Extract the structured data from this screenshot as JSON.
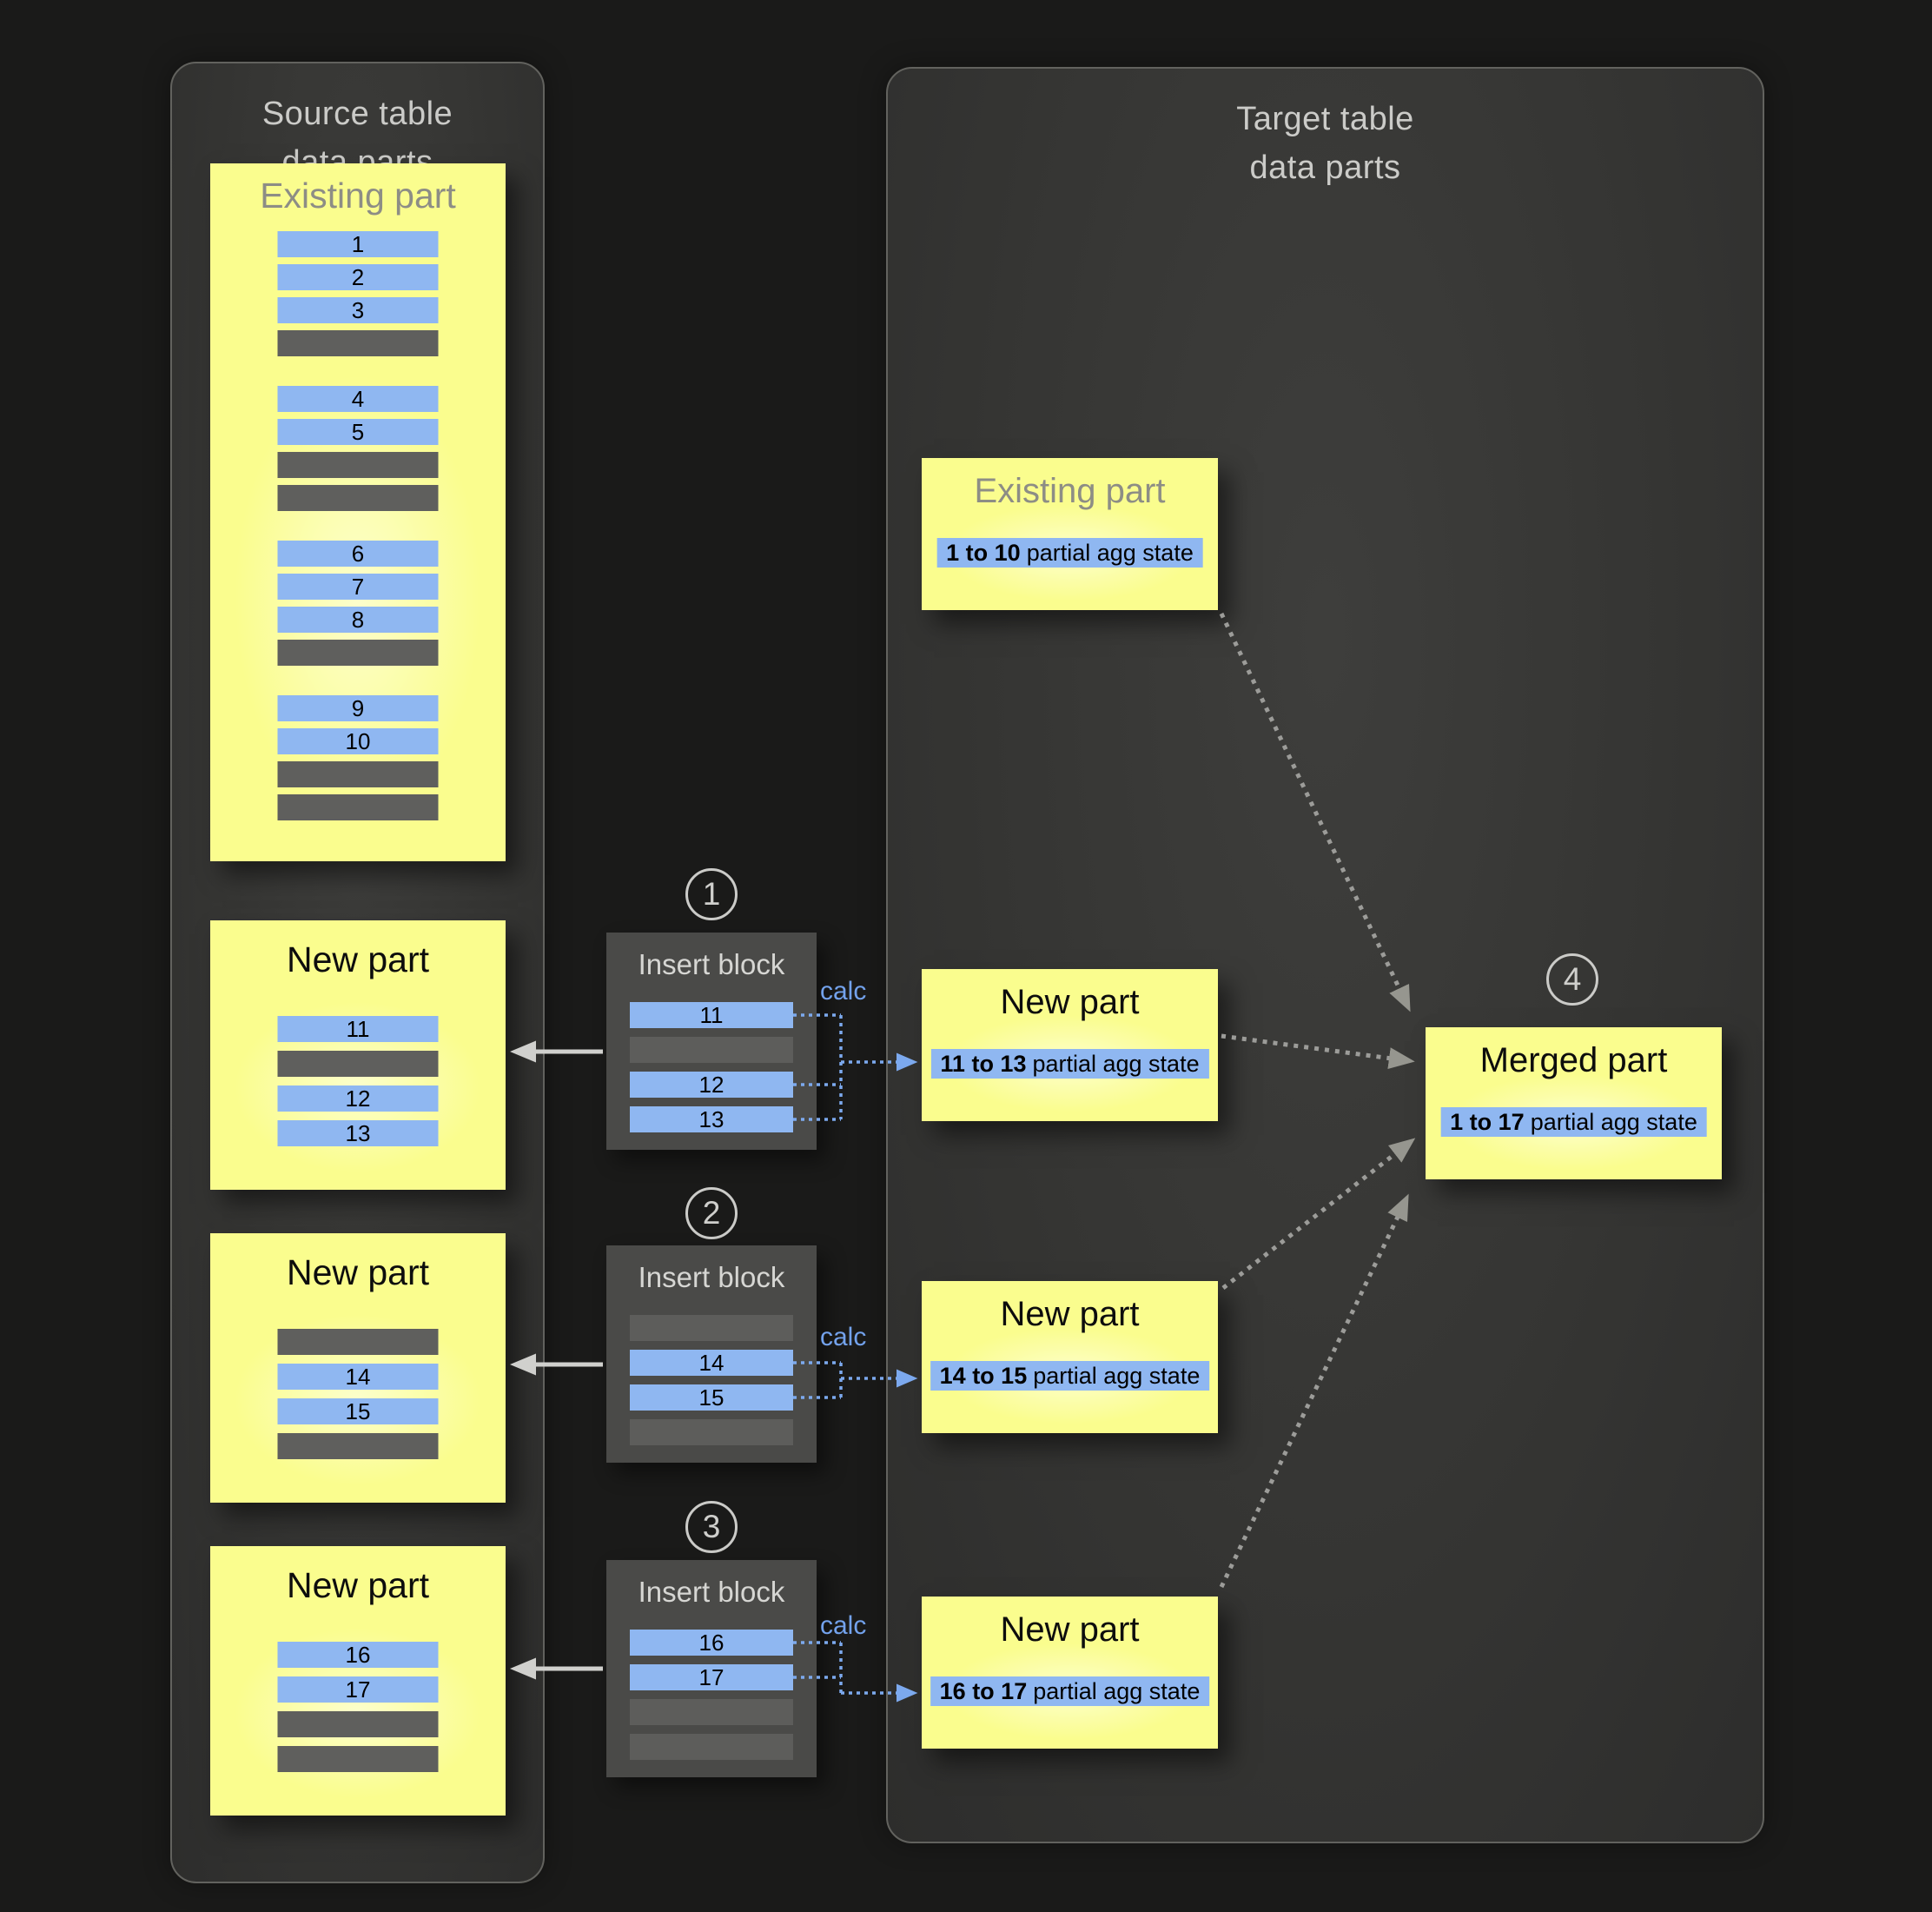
{
  "colors": {
    "background": "#1a1a19",
    "panel_bg": "#3a3a38",
    "panel_border": "#62625e",
    "yellow_box": "#fafd8e",
    "blue_row": "#8fb7f1",
    "gray_row": "#5f5f5d",
    "calc_blue": "#73a2ec",
    "dotted_gray_arrow": "#9c9c99",
    "solid_arrow": "#d0d0cd"
  },
  "source_panel": {
    "title_line1": "Source table",
    "title_line2": "data parts",
    "existing_part": {
      "title": "Existing part",
      "row_groups": [
        [
          "1",
          "2",
          "3",
          ""
        ],
        [
          "4",
          "5",
          "",
          ""
        ],
        [
          "6",
          "7",
          "8",
          ""
        ],
        [
          "9",
          "10",
          "",
          ""
        ]
      ]
    },
    "new_parts": [
      {
        "title": "New part",
        "rows": [
          "11",
          "",
          "12",
          "13"
        ]
      },
      {
        "title": "New part",
        "rows": [
          "",
          "14",
          "15",
          ""
        ]
      },
      {
        "title": "New part",
        "rows": [
          "16",
          "17",
          "",
          ""
        ]
      }
    ]
  },
  "insert_blocks": [
    {
      "step": "1",
      "title": "Insert block",
      "calc": "calc",
      "rows": [
        "11",
        "",
        "12",
        "13"
      ]
    },
    {
      "step": "2",
      "title": "Insert block",
      "calc": "calc",
      "rows": [
        "",
        "14",
        "15",
        ""
      ]
    },
    {
      "step": "3",
      "title": "Insert block",
      "calc": "calc",
      "rows": [
        "16",
        "17",
        "",
        ""
      ]
    }
  ],
  "target_panel": {
    "title_line1": "Target table",
    "title_line2": "data parts",
    "existing_part": {
      "title": "Existing part",
      "range": "1 to 10",
      "suffix": "partial agg state"
    },
    "new_parts": [
      {
        "title": "New part",
        "range": "11 to 13",
        "suffix": "partial agg state"
      },
      {
        "title": "New part",
        "range": "14 to 15",
        "suffix": "partial agg state"
      },
      {
        "title": "New part",
        "range": "16 to 17",
        "suffix": "partial agg state"
      }
    ],
    "merged_part": {
      "step": "4",
      "title": "Merged part",
      "range": "1 to 17",
      "suffix": "partial agg state"
    }
  }
}
